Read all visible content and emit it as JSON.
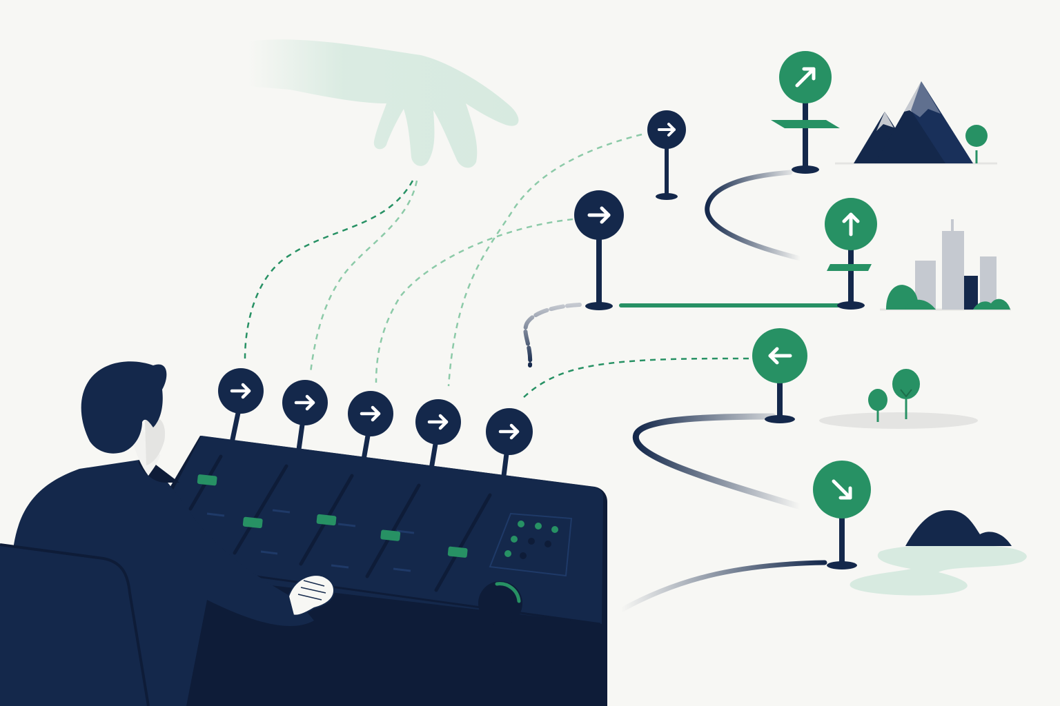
{
  "colors": {
    "background": "#f7f7f4",
    "navy": "#14284b",
    "navy_dark": "#0e1c38",
    "green": "#279164",
    "green_light": "#8ccaa8",
    "mist_green": "#d7eae0",
    "gray_light": "#e4e4e2",
    "gray_mid": "#c5c9d0",
    "arrow_white": "#ffffff"
  },
  "icons": {
    "operator_arrows": [
      "arrow-right-icon",
      "arrow-right-icon",
      "arrow-right-icon",
      "arrow-right-icon",
      "arrow-right-icon"
    ],
    "midway_signs": [
      "arrow-right-icon",
      "arrow-right-icon"
    ],
    "destination_signs": [
      "arrow-up-right-icon",
      "arrow-up-icon",
      "arrow-left-icon",
      "arrow-down-right-icon"
    ],
    "landmarks": [
      "mountain-icon",
      "city-skyline-icon",
      "trees-icon",
      "hill-lake-icon"
    ]
  },
  "console": {
    "fader_count": 5,
    "fader_levels": [
      0.55,
      0.35,
      0.5,
      0.45,
      0.4
    ],
    "knob_level": 0.3,
    "indicator_lights": {
      "green": 5,
      "dark": 3
    }
  }
}
